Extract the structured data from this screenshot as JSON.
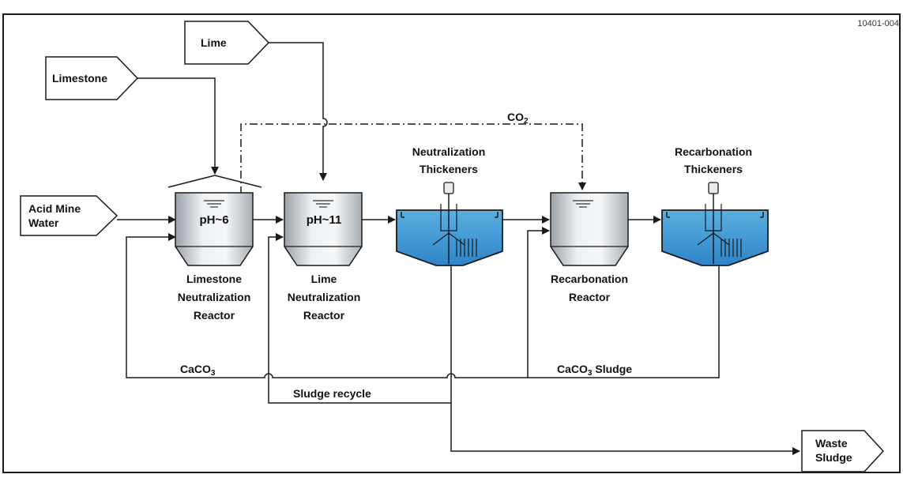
{
  "diagram": {
    "code": "10401-004",
    "inputs": {
      "limestone": "Limestone",
      "lime": "Lime",
      "acid_line1": "Acid Mine",
      "acid_line2": "Water"
    },
    "outputs": {
      "waste_line1": "Waste",
      "waste_line2": "Sludge"
    },
    "co2": {
      "prefix": "CO",
      "sub": "2"
    },
    "tanks": {
      "limestone_reactor": {
        "ph": "pH~6",
        "line1": "Limestone",
        "line2": "Neutralization",
        "line3": "Reactor"
      },
      "lime_reactor": {
        "ph": "pH~11",
        "line1": "Lime",
        "line2": "Neutralization",
        "line3": "Reactor"
      },
      "neutralization_thickeners": {
        "line1": "Neutralization",
        "line2": "Thickeners"
      },
      "recarbonation_reactor": {
        "line1": "Recarbonation",
        "line2": "Reactor"
      },
      "recarbonation_thickeners": {
        "line1": "Recarbonation",
        "line2": "Thickeners"
      }
    },
    "lines": {
      "caco3": {
        "prefix": "CaCO",
        "sub": "3"
      },
      "caco3_sludge": {
        "prefix": "CaCO",
        "sub": "3",
        "suffix": " Sludge"
      },
      "sludge_recycle": "Sludge recycle"
    },
    "colors": {
      "water_top": "#5ab0e0",
      "water_bottom": "#2f84c8",
      "tank_light": "#eef1f4",
      "tank_dark": "#b8bec4",
      "line": "#1a1a1a"
    }
  }
}
